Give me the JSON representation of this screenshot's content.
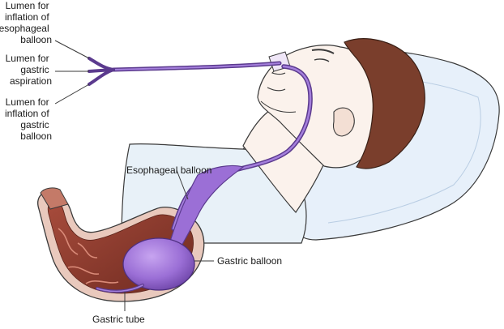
{
  "labels": {
    "lumen_esophageal": [
      "Lumen for",
      "inflation of",
      "esophageal",
      "balloon"
    ],
    "lumen_aspiration": [
      "Lumen for",
      "gastric",
      "aspiration"
    ],
    "lumen_gastric": [
      "Lumen for",
      "inflation of",
      "gastric",
      "balloon"
    ],
    "esophageal_balloon": "Esophageal balloon",
    "gastric_balloon": "Gastric balloon",
    "gastric_tube": "Gastric tube"
  },
  "colors": {
    "tube": "#8a5cc4",
    "tube_dark": "#5b3a8e",
    "balloon": "#9b6fd6",
    "stomach_wall": "#c99a8a",
    "stomach_inner": "#8b3a2e",
    "skin": "#fbf2ec",
    "hair": "#7a3e2c",
    "pillow": "#e7f0fa",
    "sheet": "#e8f1f8",
    "outline": "#3a3a3a"
  }
}
